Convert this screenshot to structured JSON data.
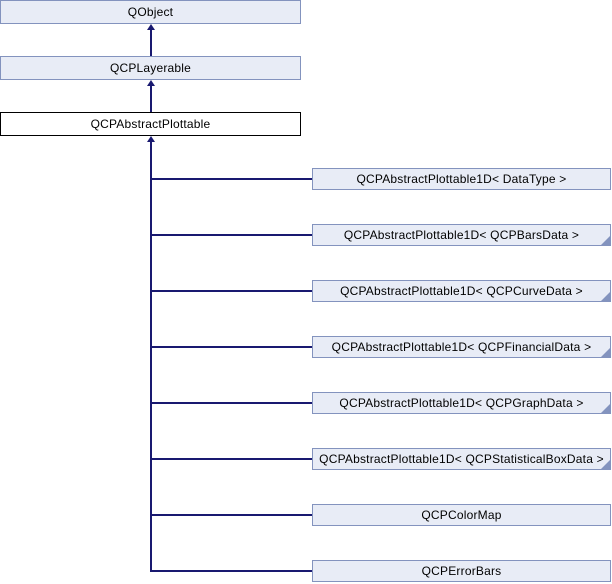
{
  "diagram": {
    "kind": "class-inheritance-diagram",
    "current_class": "QCPAbstractPlottable",
    "colors": {
      "node_fill": "#E8ECF6",
      "node_border": "#8393BE",
      "current_node_fill": "#FFFFFF",
      "current_node_border": "#000000",
      "arrow_line": "#191970",
      "text": "#000000",
      "background": "#FFFFFF"
    },
    "nodes": [
      {
        "label": "QObject",
        "role": "ancestor",
        "truncated": false
      },
      {
        "label": "QCPLayerable",
        "role": "ancestor",
        "truncated": false
      },
      {
        "label": "QCPAbstractPlottable",
        "role": "current",
        "truncated": false
      },
      {
        "label": "QCPAbstractPlottable1D< DataType >",
        "role": "derived",
        "truncated": false
      },
      {
        "label": "QCPAbstractPlottable1D< QCPBarsData >",
        "role": "derived",
        "truncated": true
      },
      {
        "label": "QCPAbstractPlottable1D< QCPCurveData >",
        "role": "derived",
        "truncated": true
      },
      {
        "label": "QCPAbstractPlottable1D< QCPFinancialData >",
        "role": "derived",
        "truncated": true
      },
      {
        "label": "QCPAbstractPlottable1D< QCPGraphData >",
        "role": "derived",
        "truncated": true
      },
      {
        "label": "QCPAbstractPlottable1D< QCPStatisticalBoxData >",
        "role": "derived",
        "truncated": true
      },
      {
        "label": "QCPColorMap",
        "role": "derived",
        "truncated": false
      },
      {
        "label": "QCPErrorBars",
        "role": "derived",
        "truncated": false
      }
    ],
    "edges": [
      {
        "from": "QCPLayerable",
        "to": "QObject",
        "type": "inherits"
      },
      {
        "from": "QCPAbstractPlottable",
        "to": "QCPLayerable",
        "type": "inherits"
      },
      {
        "from": "QCPAbstractPlottable1D< DataType >",
        "to": "QCPAbstractPlottable",
        "type": "inherits"
      },
      {
        "from": "QCPAbstractPlottable1D< QCPBarsData >",
        "to": "QCPAbstractPlottable",
        "type": "inherits"
      },
      {
        "from": "QCPAbstractPlottable1D< QCPCurveData >",
        "to": "QCPAbstractPlottable",
        "type": "inherits"
      },
      {
        "from": "QCPAbstractPlottable1D< QCPFinancialData >",
        "to": "QCPAbstractPlottable",
        "type": "inherits"
      },
      {
        "from": "QCPAbstractPlottable1D< QCPGraphData >",
        "to": "QCPAbstractPlottable",
        "type": "inherits"
      },
      {
        "from": "QCPAbstractPlottable1D< QCPStatisticalBoxData >",
        "to": "QCPAbstractPlottable",
        "type": "inherits"
      },
      {
        "from": "QCPColorMap",
        "to": "QCPAbstractPlottable",
        "type": "inherits"
      },
      {
        "from": "QCPErrorBars",
        "to": "QCPAbstractPlottable",
        "type": "inherits"
      }
    ]
  }
}
